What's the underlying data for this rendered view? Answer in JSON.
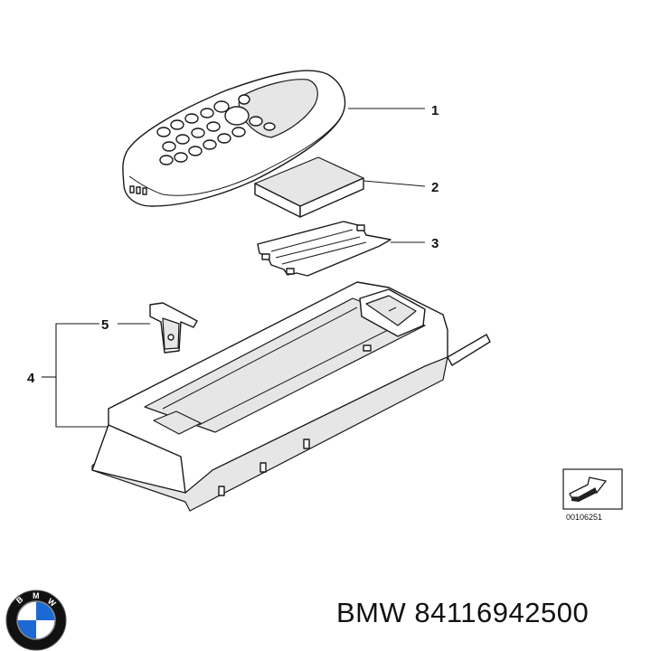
{
  "callouts": {
    "c1": "1",
    "c2": "2",
    "c3": "3",
    "c4": "4",
    "c5": "5"
  },
  "diagram_ref": "00106251",
  "caption": {
    "brand": "BMW",
    "part_number": "84116942500"
  },
  "logo": {
    "letters": [
      "B",
      "M",
      "W"
    ],
    "colors": {
      "ring": "#111111",
      "blue": "#1c69d4",
      "white": "#ffffff"
    }
  }
}
